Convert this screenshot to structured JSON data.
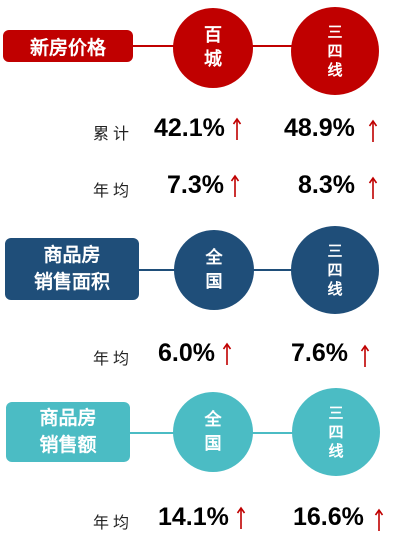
{
  "colors": {
    "red": "#c00000",
    "navy": "#1f4e79",
    "teal": "#4bbcc4",
    "arrow": "#c00000"
  },
  "sections": [
    {
      "label_lines": [
        "新房价格"
      ],
      "circles": [
        {
          "chars": [
            "百",
            "城"
          ]
        },
        {
          "chars": [
            "三",
            "四",
            "线"
          ]
        }
      ],
      "rows": [
        {
          "label": "累计",
          "values": [
            "42.1%",
            "48.9%"
          ]
        },
        {
          "label": "年均",
          "values": [
            "7.3%",
            "8.3%"
          ]
        }
      ]
    },
    {
      "label_lines": [
        "商品房",
        "销售面积"
      ],
      "circles": [
        {
          "chars": [
            "全",
            "国"
          ]
        },
        {
          "chars": [
            "三",
            "四",
            "线"
          ]
        }
      ],
      "rows": [
        {
          "label": "年均",
          "values": [
            "6.0%",
            "7.6%"
          ]
        }
      ]
    },
    {
      "label_lines": [
        "商品房",
        "销售额"
      ],
      "circles": [
        {
          "chars": [
            "全",
            "国"
          ]
        },
        {
          "chars": [
            "三",
            "四",
            "线"
          ]
        }
      ],
      "rows": [
        {
          "label": "年均",
          "values": [
            "14.1%",
            "16.6%"
          ]
        }
      ]
    }
  ]
}
